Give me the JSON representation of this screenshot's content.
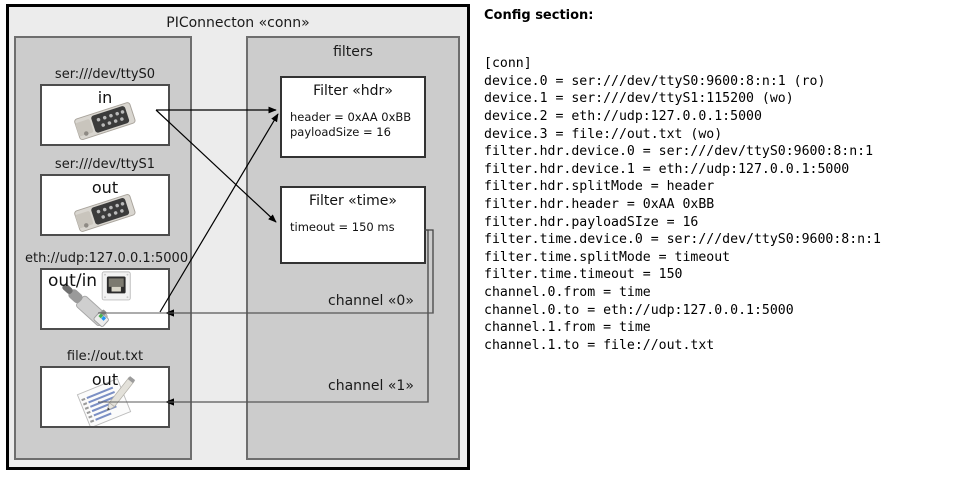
{
  "diagram": {
    "outer_title": "PIConnecton «conn»",
    "devices_group": {
      "title": "",
      "items": [
        {
          "label": "ser:///dev/ttyS0",
          "io": "in",
          "icon": "serial-port-icon"
        },
        {
          "label": "ser:///dev/ttyS1",
          "io": "out",
          "icon": "serial-port-icon"
        },
        {
          "label": "eth://udp:127.0.0.1:5000",
          "io": "out/in",
          "icon": "ethernet-plug-icon"
        },
        {
          "label": "file://out.txt",
          "io": "out",
          "icon": "text-file-pencil-icon"
        }
      ]
    },
    "filters_group": {
      "title": "filters",
      "items": [
        {
          "title": "Filter «hdr»",
          "props": [
            "header = 0xAA 0xBB",
            "payloadSize = 16"
          ]
        },
        {
          "title": "Filter «time»",
          "props": [
            "timeout = 150 ms"
          ]
        }
      ]
    },
    "channels": [
      {
        "label": "channel «0»"
      },
      {
        "label": "channel «1»"
      }
    ]
  },
  "config": {
    "heading": "Config section:",
    "text": "[conn]\ndevice.0 = ser:///dev/ttyS0:9600:8:n:1 (ro)\ndevice.1 = ser:///dev/ttyS1:115200 (wo)\ndevice.2 = eth://udp:127.0.0.1:5000\ndevice.3 = file://out.txt (wo)\nfilter.hdr.device.0 = ser:///dev/ttyS0:9600:8:n:1\nfilter.hdr.device.1 = eth://udp:127.0.0.1:5000\nfilter.hdr.splitMode = header\nfilter.hdr.header = 0xAA 0xBB\nfilter.hdr.payloadSIze = 16\nfilter.time.device.0 = ser:///dev/ttyS0:9600:8:n:1\nfilter.time.splitMode = timeout\nfilter.time.timeout = 150\nchannel.0.from = time\nchannel.0.to = eth://udp:127.0.0.1:5000\nchannel.1.from = time\nchannel.1.to = file://out.txt"
  },
  "colors": {
    "outer_bg": "#ececec",
    "group_bg": "#cccccc",
    "card_bg": "#ffffff",
    "border_dark": "#000000",
    "border_group": "#6e6e6e",
    "text": "#1a1a1a"
  }
}
